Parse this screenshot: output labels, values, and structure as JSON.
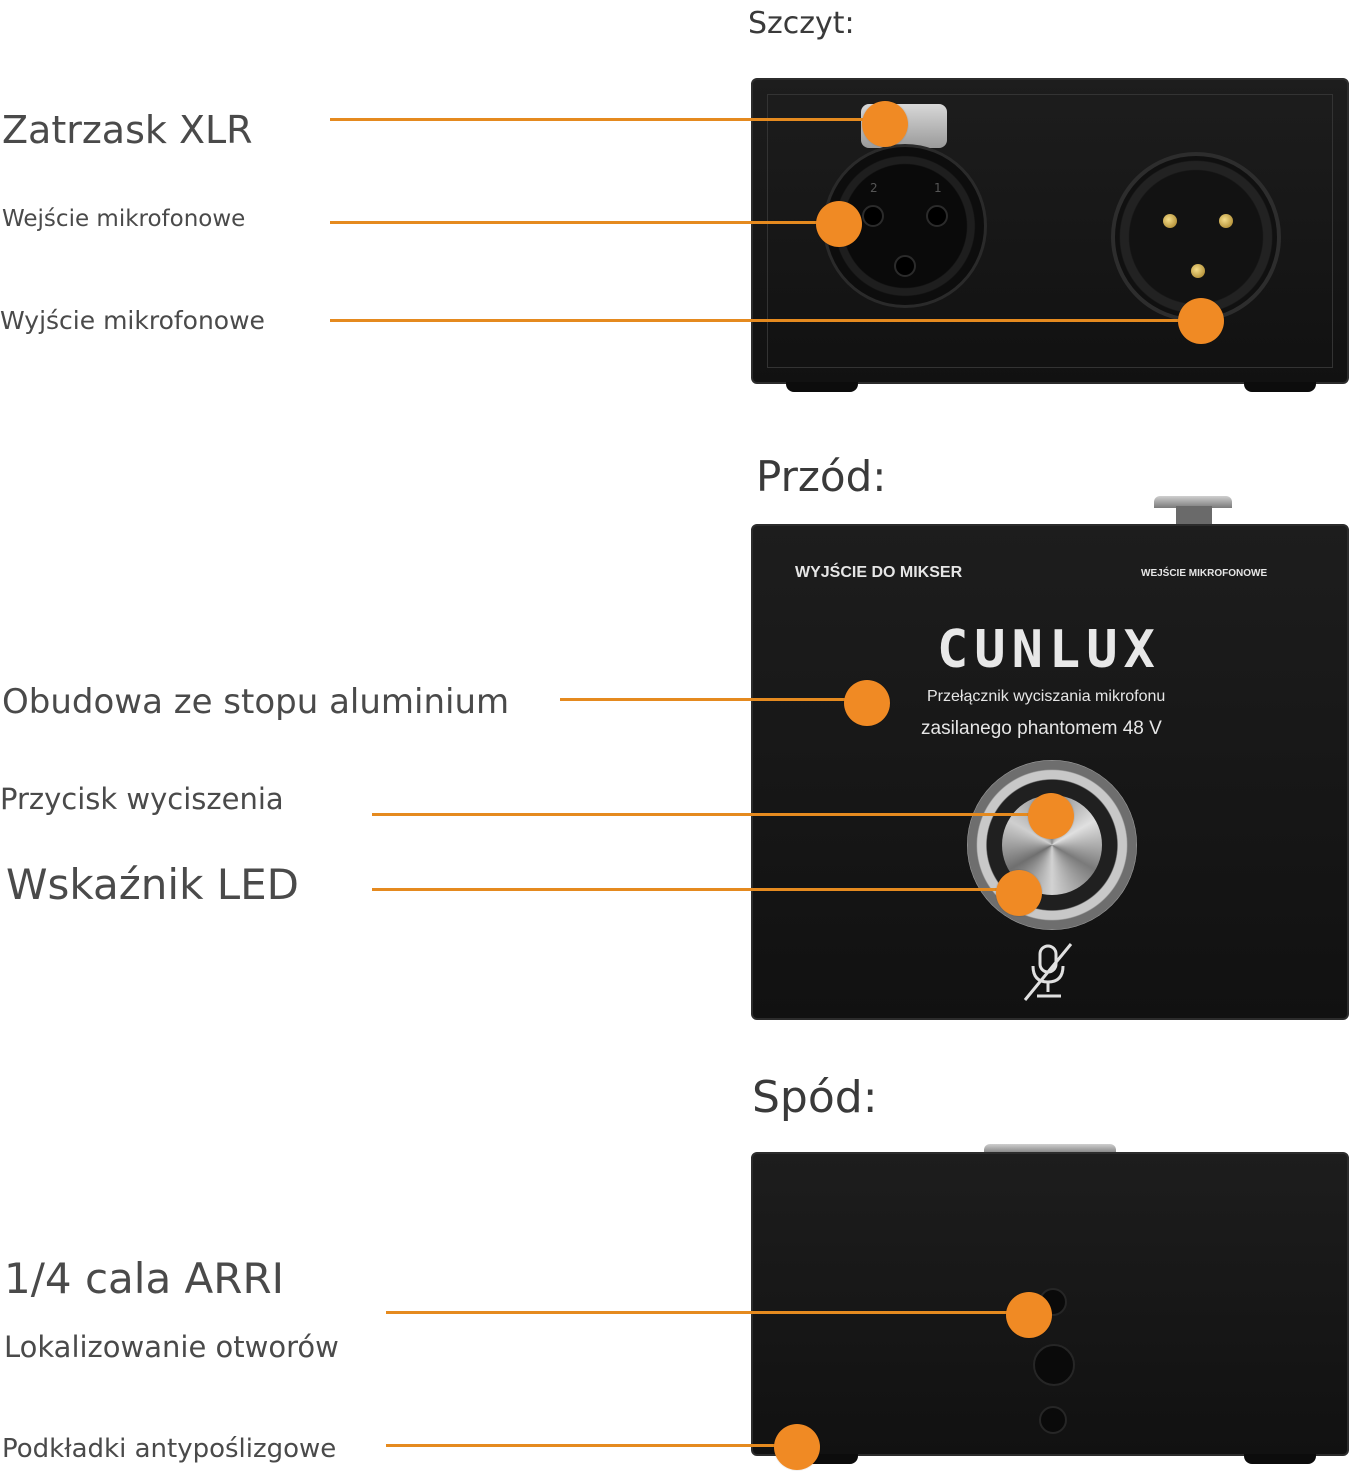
{
  "sections": {
    "top": {
      "title": "Szczyt:"
    },
    "front": {
      "title": "Przód:"
    },
    "bottom": {
      "title": "Spód:"
    }
  },
  "callouts": {
    "xlr_latch": "Zatrzask XLR",
    "mic_input": "Wejście mikrofonowe",
    "mic_output": "Wyjście mikrofonowe",
    "alu_housing": "Obudowa ze stopu aluminium",
    "mute_button": "Przycisk wyciszenia",
    "led_indicator": "Wskaźnik LED",
    "arri_line1": "1/4 cala ARRI",
    "arri_line2": "Lokalizowanie otworów",
    "anti_slip": "Podkładki antypoślizgowe"
  },
  "device_front": {
    "label_left": "WYJŚCIE DO MIKSER",
    "label_right": "WEJŚCIE MIKROFONOWE",
    "brand": "CUNLUX",
    "desc_line1": "Przełącznik wyciszania mikrofonu",
    "desc_line2": "zasilanego phantomem 48 V"
  },
  "xlr_pins": {
    "pin_1": "1",
    "pin_2": "2"
  },
  "colors": {
    "accent": "#f08a24",
    "device": "#141414"
  }
}
